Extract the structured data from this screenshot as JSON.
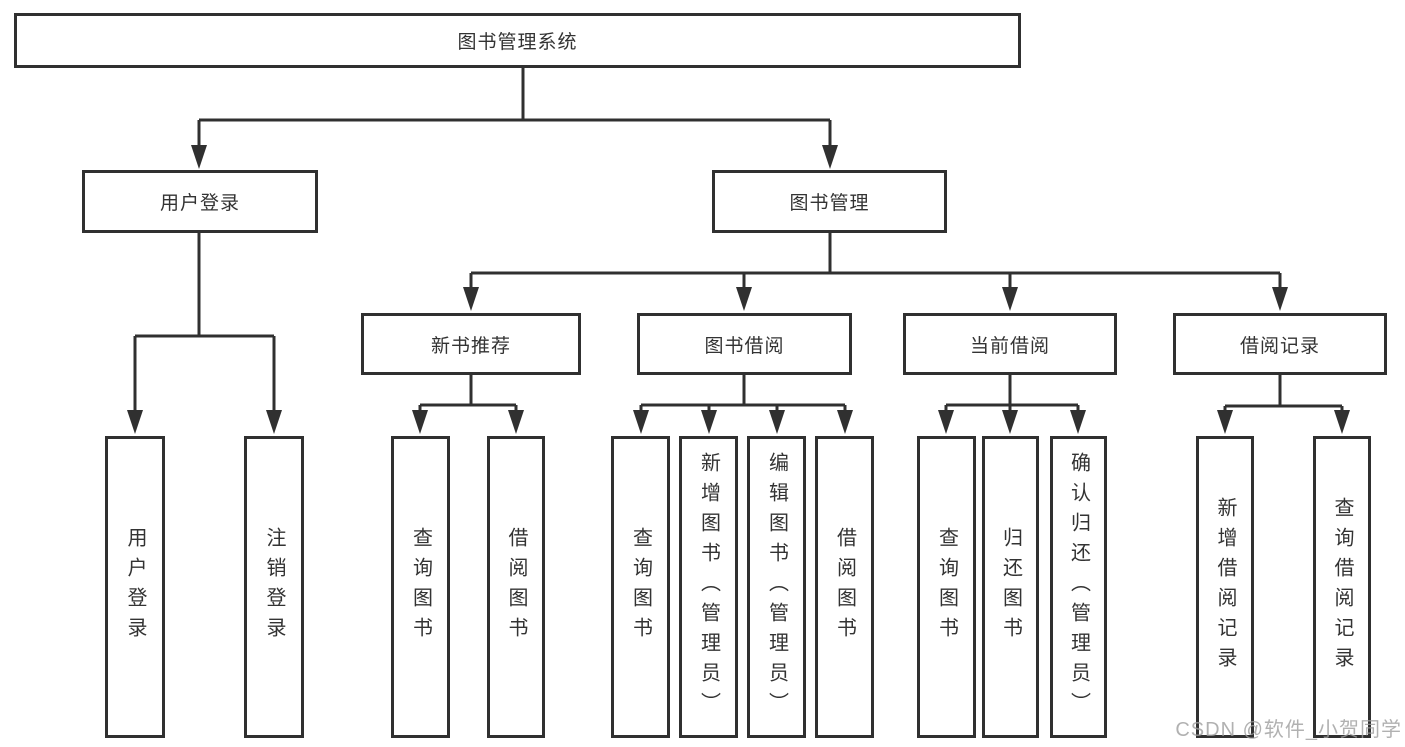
{
  "colors": {
    "line": "#303030",
    "text": "#333333",
    "background": "#ffffff",
    "watermark": "#9e9e9e"
  },
  "watermark": {
    "text": "CSDN @软件_小贺同学"
  },
  "tree": {
    "label": "图书管理系统",
    "children": [
      {
        "label": "用户登录",
        "children": [
          {
            "label": "用户登录"
          },
          {
            "label": "注销登录"
          }
        ]
      },
      {
        "label": "图书管理",
        "children": [
          {
            "label": "新书推荐",
            "children": [
              {
                "label": "查询图书"
              },
              {
                "label": "借阅图书"
              }
            ]
          },
          {
            "label": "图书借阅",
            "children": [
              {
                "label": "查询图书"
              },
              {
                "label": "新增图书（管理员）"
              },
              {
                "label": "编辑图书（管理员）"
              },
              {
                "label": "借阅图书"
              }
            ]
          },
          {
            "label": "当前借阅",
            "children": [
              {
                "label": "查询图书"
              },
              {
                "label": "归还图书"
              },
              {
                "label": "确认归还（管理员）"
              }
            ]
          },
          {
            "label": "借阅记录",
            "children": [
              {
                "label": "新增借阅记录"
              },
              {
                "label": "查询借阅记录"
              }
            ]
          }
        ]
      }
    ]
  }
}
